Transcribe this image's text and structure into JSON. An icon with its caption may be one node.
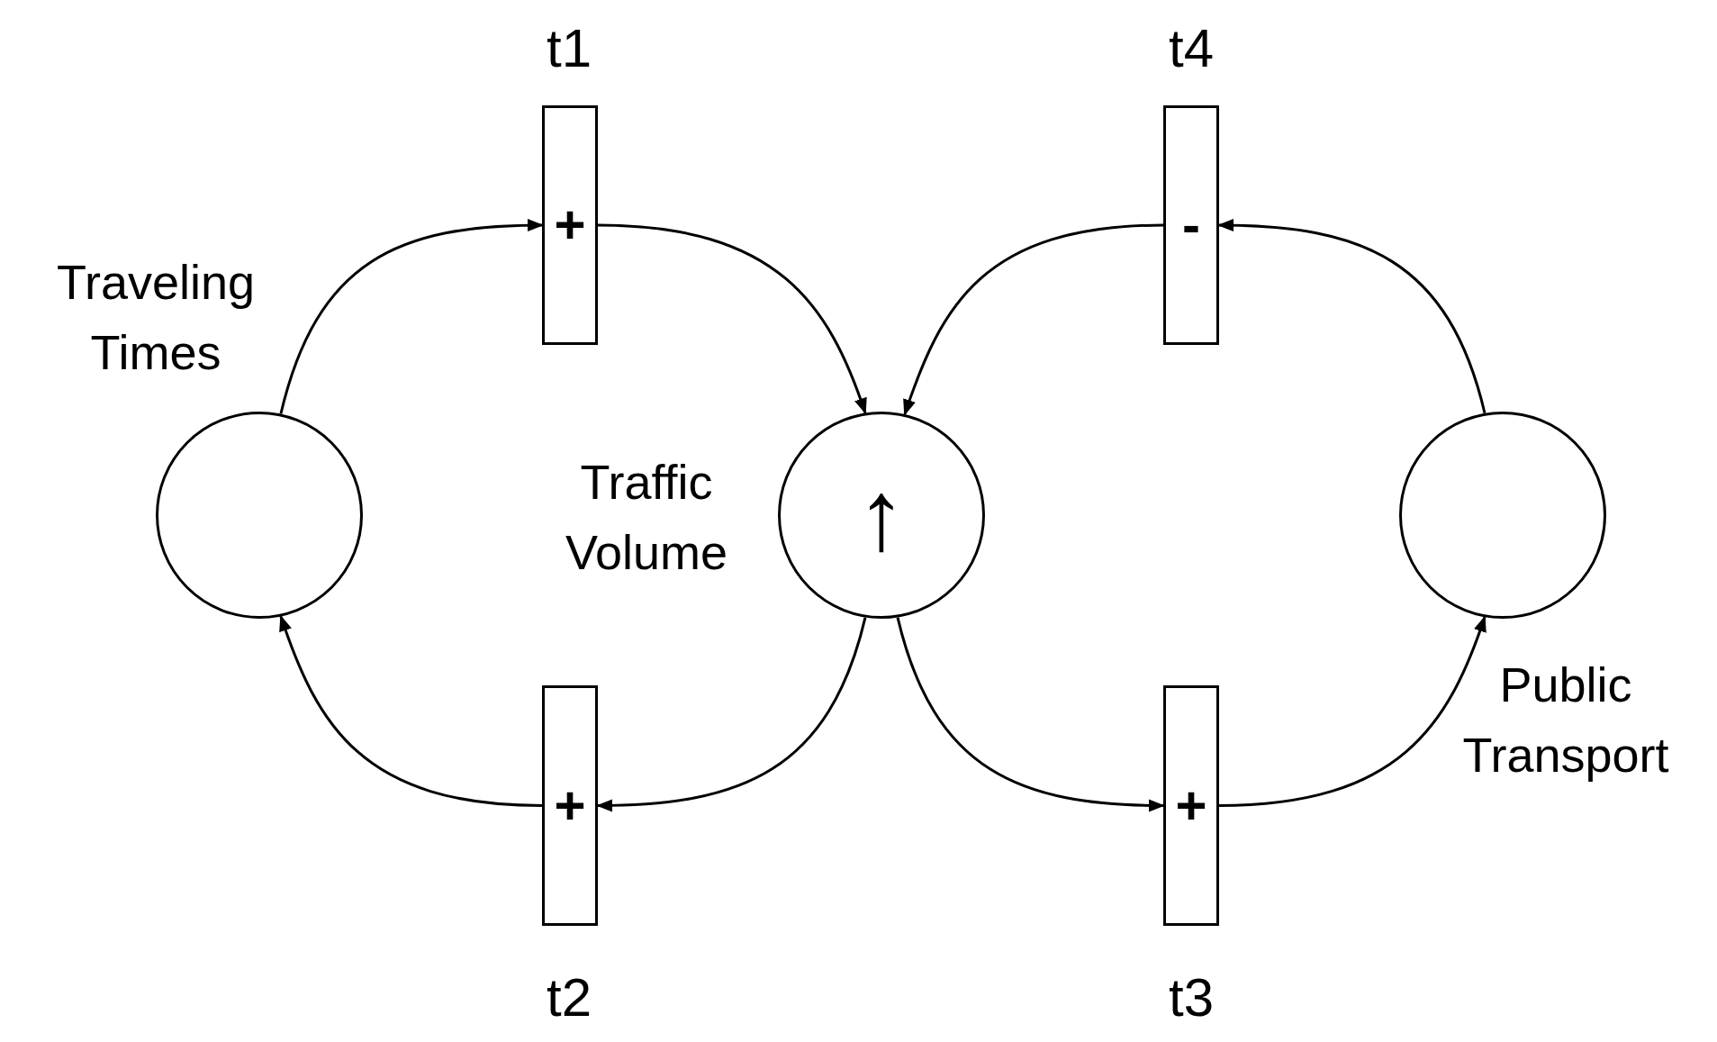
{
  "diagram": {
    "nodes": [
      {
        "text": [],
        "shape": "circle",
        "beside": [
          "Traveling Times"
        ]
      },
      {
        "text": [
          "↑"
        ],
        "beside": [
          "Traffic Volume"
        ]
      },
      {
        "text": [],
        "shape": "circle",
        "beside": [
          "Public Transport"
        ]
      },
      {
        "text": [
          "+"
        ],
        "beside": [
          "t1"
        ]
      },
      {
        "text": [
          "+"
        ],
        "beside": [
          "t2"
        ]
      },
      {
        "text": [
          "+"
        ],
        "beside": [
          "t3"
        ]
      },
      {
        "text": [
          "-"
        ],
        "beside": [
          "t4"
        ]
      }
    ],
    "edges": [
      {
        "from": 0,
        "to": 3,
        "arrow": "to"
      },
      {
        "from": 3,
        "to": 1,
        "arrow": "to"
      },
      {
        "from": 6,
        "to": 1,
        "arrow": "to"
      },
      {
        "from": 2,
        "to": 6,
        "arrow": "to"
      },
      {
        "from": 1,
        "to": 4,
        "arrow": "to"
      },
      {
        "from": 4,
        "to": 0,
        "arrow": "to"
      },
      {
        "from": 1,
        "to": 5,
        "arrow": "to"
      },
      {
        "from": 5,
        "to": 2,
        "arrow": "to"
      }
    ]
  }
}
